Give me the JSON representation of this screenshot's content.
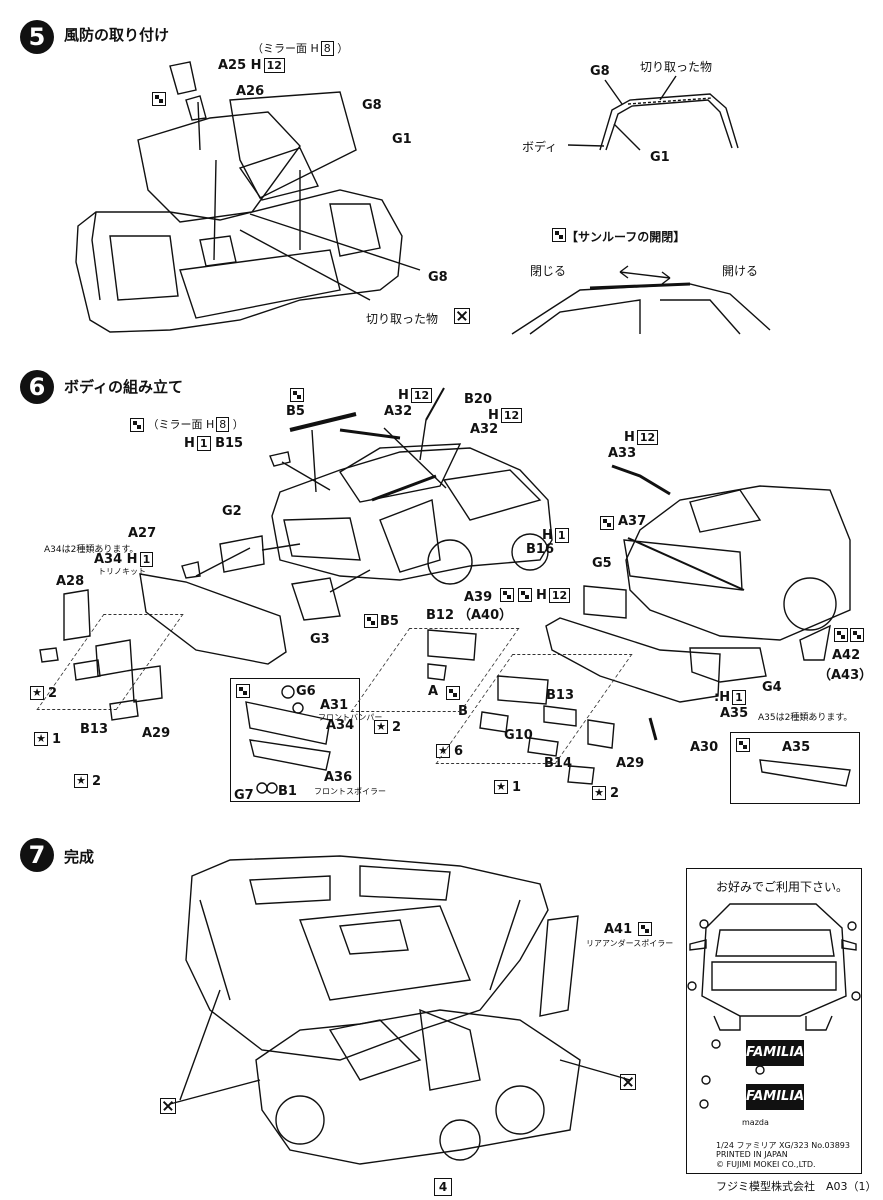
{
  "steps": [
    {
      "number": "5",
      "title": "風防の取り付け"
    },
    {
      "number": "6",
      "title": "ボディの組み立て"
    },
    {
      "number": "7",
      "title": "完成"
    }
  ],
  "step5": {
    "mirror_note": "（ミラー面",
    "mirror_h": "8",
    "mirror_close": "）",
    "a25": "A25",
    "a25_h": "12",
    "a26": "A26",
    "g8a": "G8",
    "g1": "G1",
    "g8b": "G8",
    "cut_off": "切り取った物",
    "detail_g8": "G8",
    "detail_cut": "切り取った物",
    "detail_body": "ボディ",
    "detail_g1": "G1",
    "sunroof_title": "【サンルーフの開閉】",
    "close": "閉じる",
    "open": "開ける"
  },
  "step6": {
    "b5_top": "B5",
    "mirror_note": "（ミラー面",
    "mirror_h": "8",
    "mirror_close": "）",
    "b15": "B15",
    "b15_h": "1",
    "b20": "B20",
    "b20_h": "12",
    "a32a": "A32",
    "a32b": "A32",
    "a32b_h": "12",
    "a33": "A33",
    "a33_h": "12",
    "a37": "A37",
    "g2": "G2",
    "a27": "A27",
    "a34_note": "A34は2種類あります。",
    "a34": "A34",
    "a34_h": "1",
    "a34_sub": "トリノキット",
    "a28": "A28",
    "b13a": "B13",
    "a29a": "A29",
    "star2a": "2",
    "star1a": "1",
    "star2b": "2",
    "g3": "G3",
    "b5_bottom": "B5",
    "b16": "B16",
    "b16_h": "1",
    "a39": "A39",
    "a39_h": "12",
    "a40": "（A40）",
    "g5": "G5",
    "b12": "B12",
    "label_a": "A",
    "label_b": "B",
    "star2c": "2",
    "star6": "6",
    "g10": "G10",
    "b13b": "B13",
    "b14": "B14",
    "a29b": "A29",
    "star1b": "1",
    "star2d": "2",
    "a30": "A30",
    "a35": "A35",
    "a35_h": "1",
    "a35_note": "A35は2種類あります。",
    "a42": "A42",
    "a43": "（A43）",
    "g4": "G4",
    "g6": "G6",
    "a31": "A31",
    "a31_sub": "フロントバンパー",
    "a34_inset": "A34",
    "a36": "A36",
    "a36_sub": "フロントスポイラー",
    "g7": "G7",
    "b1": "B1",
    "inset_a35": "A35"
  },
  "step7": {
    "a41": "A41",
    "a41_sub": "リアアンダースポイラー",
    "decal_title": "お好みでご利用下さい。",
    "familia1": "FAMILIA",
    "familia2": "FAMILIA",
    "decal_mazda": "mazda",
    "decal_small": "1/24 ファミリア XG/323 No.03893",
    "decal_small2": "PRINTED IN JAPAN",
    "decal_copy": "© FUJIMI MOKEI CO.,LTD.",
    "maker": "フジミ模型株式会社",
    "code": "A03（1）"
  },
  "page_number": "4"
}
